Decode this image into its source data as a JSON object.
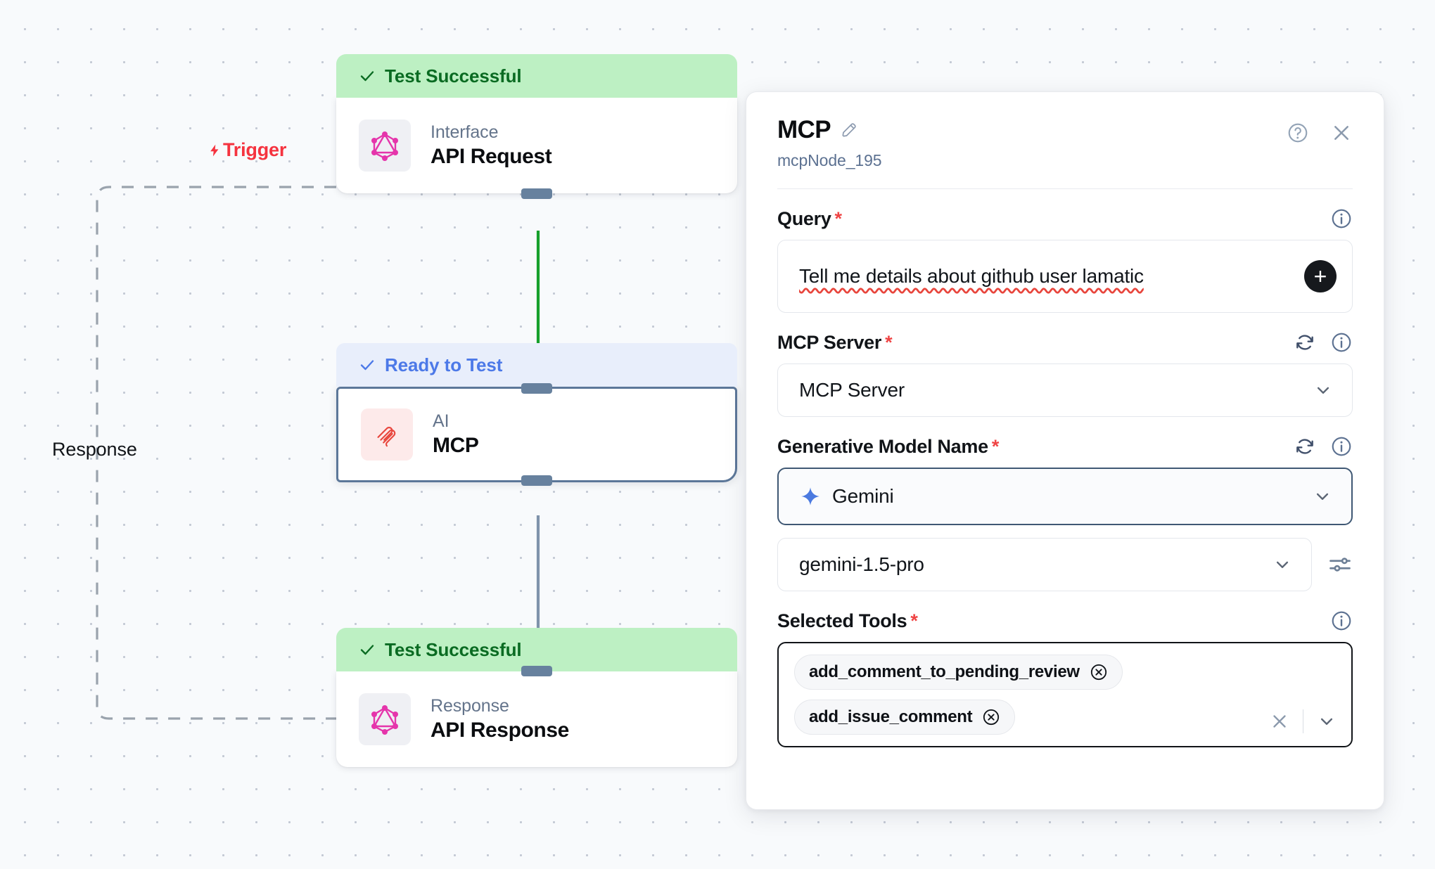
{
  "canvas": {
    "trigger_label": "Trigger",
    "response_label": "Response",
    "nodes": [
      {
        "status": "Test Successful",
        "kind": "Interface",
        "title": "API Request",
        "icon": "graphql-icon",
        "state": "success"
      },
      {
        "status": "Ready to Test",
        "kind": "AI",
        "title": "MCP",
        "icon": "mcp-icon",
        "state": "ready"
      },
      {
        "status": "Test Successful",
        "kind": "Response",
        "title": "API Response",
        "icon": "graphql-icon",
        "state": "success"
      }
    ]
  },
  "panel": {
    "title": "MCP",
    "node_id": "mcpNode_195",
    "edit_icon": "pencil-icon",
    "help_icon": "help-circle-icon",
    "close_icon": "close-icon",
    "query": {
      "label": "Query",
      "required": "*",
      "value": "Tell me details about github user lamatic",
      "add_button": "+",
      "info_icon": "info-icon"
    },
    "mcp_server": {
      "label": "MCP Server",
      "required": "*",
      "value": "MCP Server",
      "refresh_icon": "refresh-icon",
      "info_icon": "info-icon"
    },
    "model_provider": {
      "label": "Generative Model Name",
      "required": "*",
      "value": "Gemini",
      "icon": "gemini-star-icon",
      "refresh_icon": "refresh-icon",
      "info_icon": "info-icon"
    },
    "model_name": {
      "value": "gemini-1.5-pro",
      "settings_icon": "sliders-icon"
    },
    "selected_tools": {
      "label": "Selected Tools",
      "required": "*",
      "info_icon": "info-icon",
      "chips": [
        "add_comment_to_pending_review",
        "add_issue_comment"
      ],
      "clear_icon": "clear-icon",
      "chevron_icon": "chevron-down-icon"
    }
  },
  "colors": {
    "success_bg": "#bdf0c3",
    "success_fg": "#0a6b22",
    "ready_bg": "#e8eefb",
    "ready_fg": "#4c79e8",
    "trigger": "#f5333f",
    "accent": "#111418",
    "edge_active": "#16a02c",
    "edge_idle": "#7f93ab"
  }
}
